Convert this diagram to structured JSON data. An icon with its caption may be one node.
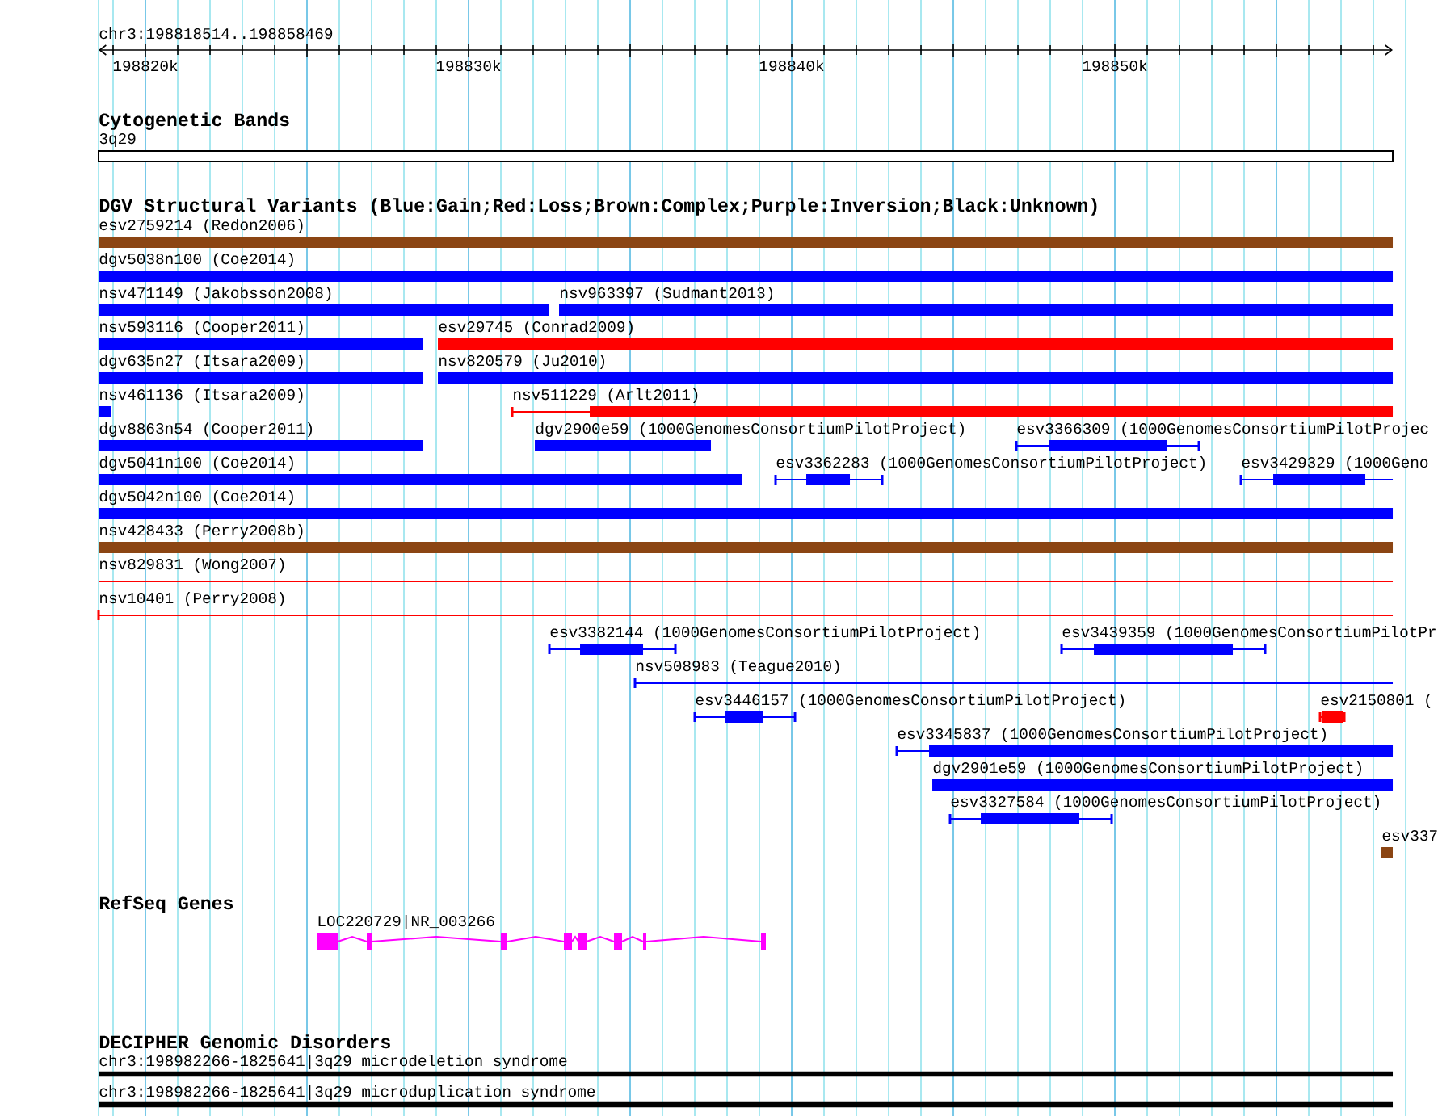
{
  "diagram": {
    "nodes": [
      {
        "text": [
          "3q29"
        ]
      },
      {
        "text": [
          "esv2759214 (Redon2006)"
        ]
      },
      {
        "text": [
          "dgv5038n100 (Coe2014)"
        ]
      },
      {
        "text": [
          "nsv471149 (Jakobsson2008)"
        ]
      },
      {
        "text": [
          "nsv963397 (Sudmant2013)"
        ]
      },
      {
        "text": [
          "nsv593116 (Cooper2011)"
        ]
      },
      {
        "text": [
          "esv29745 (Conrad2009)"
        ]
      },
      {
        "text": [
          "dgv635n27 (Itsara2009)"
        ]
      },
      {
        "text": [
          "nsv820579 (Ju2010)"
        ]
      },
      {
        "text": [
          "nsv461136 (Itsara2009)"
        ]
      },
      {
        "text": [
          "nsv511229 (Arlt2011)"
        ]
      },
      {
        "text": [
          "dgv8863n54 (Cooper2011)"
        ]
      },
      {
        "text": [
          "dgv2900e59 (1000GenomesConsortiumPilotProject)"
        ]
      },
      {
        "text": [
          "esv3366309 (1000GenomesConsortiumPilotProjec"
        ]
      },
      {
        "text": [
          "dgv5041n100 (Coe2014)"
        ]
      },
      {
        "text": [
          "esv3362283 (1000GenomesConsortiumPilotProject)"
        ]
      },
      {
        "text": [
          "esv3429329 (1000Geno"
        ]
      },
      {
        "text": [
          "dgv5042n100 (Coe2014)"
        ]
      },
      {
        "text": [
          "nsv428433 (Perry2008b)"
        ]
      },
      {
        "text": [
          "nsv829831 (Wong2007)"
        ]
      },
      {
        "text": [
          "nsv10401 (Perry2008)"
        ]
      },
      {
        "text": [
          "esv3382144 (1000GenomesConsortiumPilotProject)"
        ]
      },
      {
        "text": [
          "esv3439359 (1000GenomesConsortiumPilotPr"
        ]
      },
      {
        "text": [
          "nsv508983 (Teague2010)"
        ]
      },
      {
        "text": [
          "esv3446157 (1000GenomesConsortiumPilotProject)"
        ]
      },
      {
        "text": [
          "esv2150801 ("
        ]
      },
      {
        "text": [
          "esv3345837 (1000GenomesConsortiumPilotProject)"
        ]
      },
      {
        "text": [
          "dgv2901e59 (1000GenomesConsortiumPilotProject)"
        ]
      },
      {
        "text": [
          "esv3327584 (1000GenomesConsortiumPilotProject)"
        ]
      },
      {
        "text": [
          "esv337"
        ]
      },
      {
        "text": [
          "LOC220729|NR_003266"
        ]
      },
      {
        "text": [
          "chr3:198982266-1825641|3q29 microdeletion syndrome"
        ]
      },
      {
        "text": [
          "chr3:198982266-1825641|3q29 microduplication syndrome"
        ]
      }
    ],
    "labels": [
      "chr3:198818514..198858469",
      "198820k",
      "198830k",
      "198840k",
      "198850k",
      "Cytogenetic Bands",
      "DGV Structural Variants (Blue:Gain;Red:Loss;Brown:Complex;Purple:Inversion;Black:Unknown)",
      "RefSeq Genes",
      "DECIPHER Genomic Disorders"
    ]
  }
}
